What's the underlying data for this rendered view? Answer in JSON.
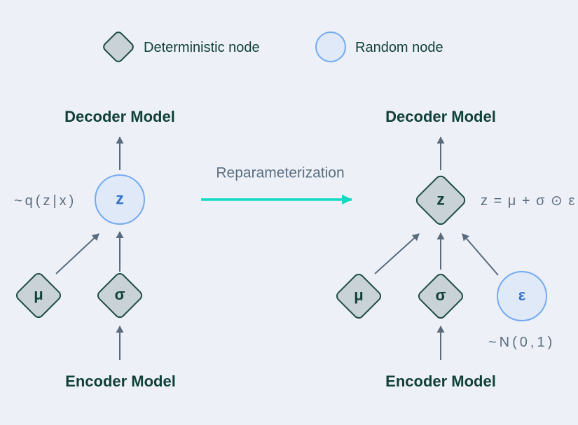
{
  "colors": {
    "background": "#edf1f7",
    "heading_text": "#11403a",
    "annotation_text": "#5d6e80",
    "deterministic_fill": "#c9d2d6",
    "deterministic_border": "#1e4d45",
    "random_fill": "#dfe9f8",
    "random_border": "#74a9ef",
    "random_symbol_text": "#3672c8",
    "edge_arrow": "#5a6b7e",
    "transition_arrow": "#10d9c4"
  },
  "legend": {
    "deterministic_label": "Deterministic node",
    "random_label": "Random node"
  },
  "transition": {
    "label": "Reparameterization"
  },
  "left_graph": {
    "decoder_title": "Decoder Model",
    "encoder_title": "Encoder Model",
    "z_symbol": "z",
    "mu_symbol": "μ",
    "sigma_symbol": "σ",
    "posterior_annotation": "~q(z|x)"
  },
  "right_graph": {
    "decoder_title": "Decoder Model",
    "encoder_title": "Encoder Model",
    "z_symbol": "z",
    "mu_symbol": "μ",
    "sigma_symbol": "σ",
    "epsilon_symbol": "ε",
    "equation_annotation": "z = μ + σ ⊙ ε",
    "noise_annotation": "~N(0,1)"
  }
}
